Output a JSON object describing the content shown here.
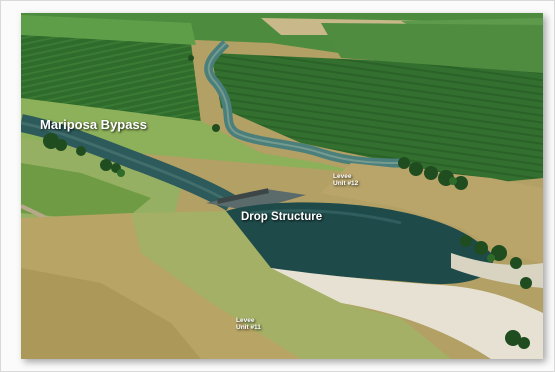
{
  "labels": {
    "bypass": "Mariposa Bypass",
    "drop_structure": "Drop Structure",
    "levee12_line1": "Levee",
    "levee12_line2": "Unit #12",
    "levee11_line1": "Levee",
    "levee11_line2": "Unit #11"
  },
  "colors": {
    "field_dark": "#2f6b2b",
    "field_mid": "#3f7f33",
    "grass_light": "#8faf4e",
    "dry_grass": "#b9a566",
    "water": "#1f4a4a",
    "sand": "#e6e1d3"
  }
}
